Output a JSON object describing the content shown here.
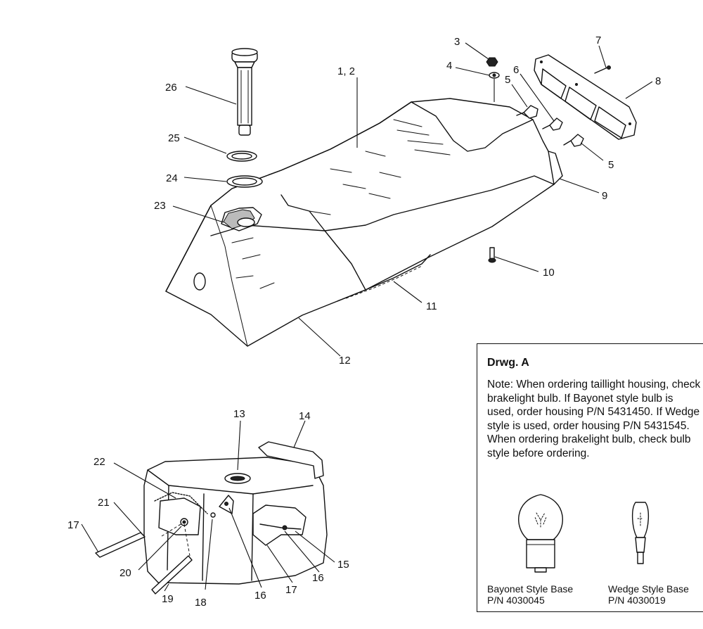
{
  "callouts": {
    "c1": "1, 2",
    "c3": "3",
    "c4": "4",
    "c5a": "5",
    "c5b": "5",
    "c6": "6",
    "c7": "7",
    "c8": "8",
    "c9": "9",
    "c10": "10",
    "c11": "11",
    "c12": "12",
    "c13": "13",
    "c14": "14",
    "c15": "15",
    "c16a": "16",
    "c16b": "16",
    "c17a": "17",
    "c17b": "17",
    "c18": "18",
    "c19": "19",
    "c20": "20",
    "c21": "21",
    "c22": "22",
    "c23": "23",
    "c24": "24",
    "c25": "25",
    "c26": "26"
  },
  "note": {
    "title": "Drwg. A",
    "text": "Note: When ordering taillight housing, check brakelight bulb.  If Bayonet style bulb is  used, order housing P/N 5431450.  If Wedge style is used, order housing P/N 5431545.  When ordering brakelight bulb, check bulb style before ordering.",
    "bayonet_name": "Bayonet Style Base",
    "bayonet_pn": "P/N 4030045",
    "wedge_name": "Wedge Style Base",
    "wedge_pn": "P/N 4030019"
  }
}
